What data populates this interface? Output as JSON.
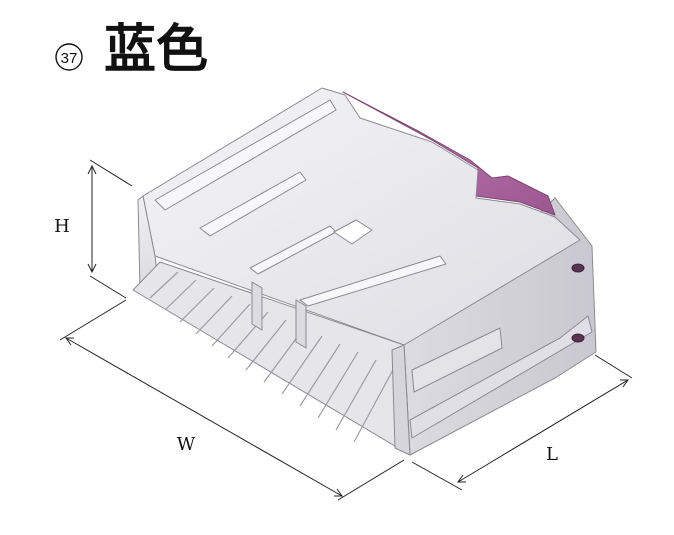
{
  "header": {
    "number": "37",
    "title": "蓝色"
  },
  "dimensions": {
    "height_label": "H",
    "width_label": "W",
    "length_label": "L"
  },
  "colors": {
    "body": "#ecebef",
    "latch": "#b46aa8",
    "outline": "#8a8a90"
  }
}
